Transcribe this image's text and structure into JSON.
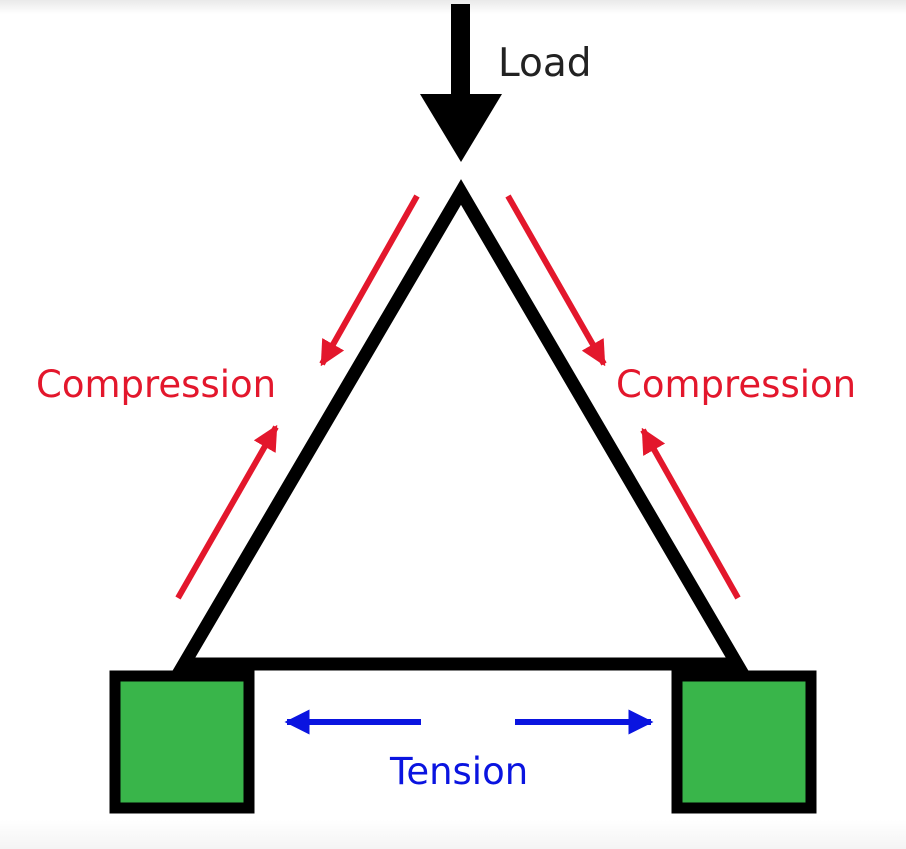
{
  "labels": {
    "load": "Load",
    "compression_left": "Compression",
    "compression_right": "Compression",
    "tension": "Tension"
  },
  "colors": {
    "background": "#ffffff",
    "frame": "#000000",
    "compression": "#e3172c",
    "tension": "#0a14e0",
    "support_fill": "#39b54a",
    "text_load": "#222222"
  },
  "icons": {
    "load_arrow": "down-arrow-icon",
    "compression_arrows": "arrow-icon",
    "tension_arrows": "arrow-icon",
    "supports": "square-support"
  }
}
